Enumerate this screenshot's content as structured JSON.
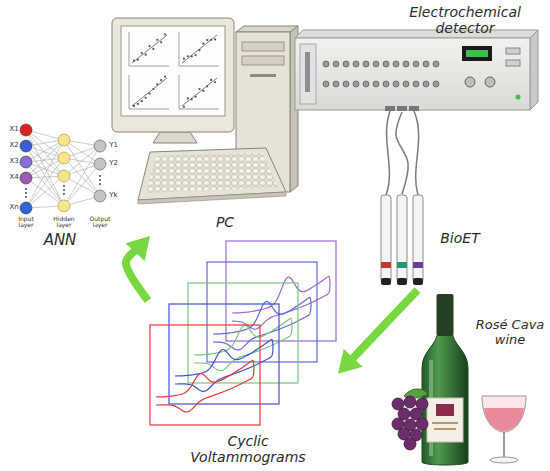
{
  "diagram": {
    "nodes": [
      {
        "text": [
          "PC"
        ]
      },
      {
        "text": [
          "Electrochemical detector"
        ]
      },
      {
        "text": [
          "BioET"
        ]
      },
      {
        "text": [
          "Rosé Cava wine"
        ]
      },
      {
        "text": [
          "Cyclic Voltammograms"
        ]
      },
      {
        "text": [
          "ANN"
        ]
      }
    ],
    "edges": [
      {
        "from": 3,
        "to": 4,
        "arrow": "to"
      },
      {
        "from": 4,
        "to": 0,
        "arrow": "to"
      },
      {
        "from": 1,
        "to": 2,
        "arrow": "none"
      }
    ],
    "labels": [
      "X1",
      "X2",
      "X3",
      "X4",
      "Xn",
      "Input layer",
      "Hidden layer",
      "Output layer",
      "Y1",
      "Y2",
      "Yk"
    ]
  }
}
